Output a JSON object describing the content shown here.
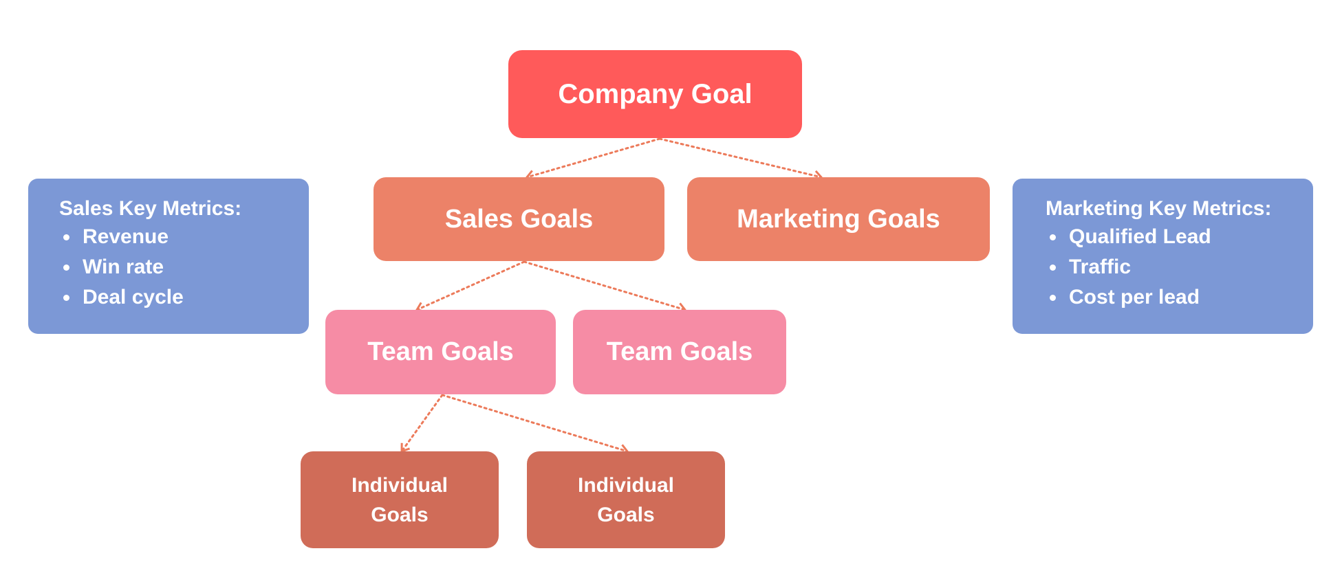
{
  "colors": {
    "company": "#ff5a5a",
    "division": "#ec8268",
    "team": "#f68ca5",
    "individual": "#d06c58",
    "metrics": "#7c98d6",
    "connector": "#ec7a5a"
  },
  "nodes": {
    "company": "Company Goal",
    "sales": "Sales Goals",
    "marketing": "Marketing Goals",
    "team_1": "Team Goals",
    "team_2": "Team Goals",
    "individual_1": [
      "Individual",
      "Goals"
    ],
    "individual_2": [
      "Individual",
      "Goals"
    ]
  },
  "sales_metrics": {
    "title": "Sales Key Metrics:",
    "items": [
      "Revenue",
      "Win rate",
      "Deal cycle"
    ]
  },
  "marketing_metrics": {
    "title": "Marketing Key Metrics:",
    "items": [
      "Qualified Lead",
      "Traffic",
      "Cost per lead"
    ]
  },
  "connectors": [
    {
      "from": "company",
      "to": "sales"
    },
    {
      "from": "company",
      "to": "marketing"
    },
    {
      "from": "sales",
      "to": "team_1"
    },
    {
      "from": "sales",
      "to": "team_2"
    },
    {
      "from": "team_1",
      "to": "individual_1"
    },
    {
      "from": "team_1",
      "to": "individual_2"
    }
  ]
}
